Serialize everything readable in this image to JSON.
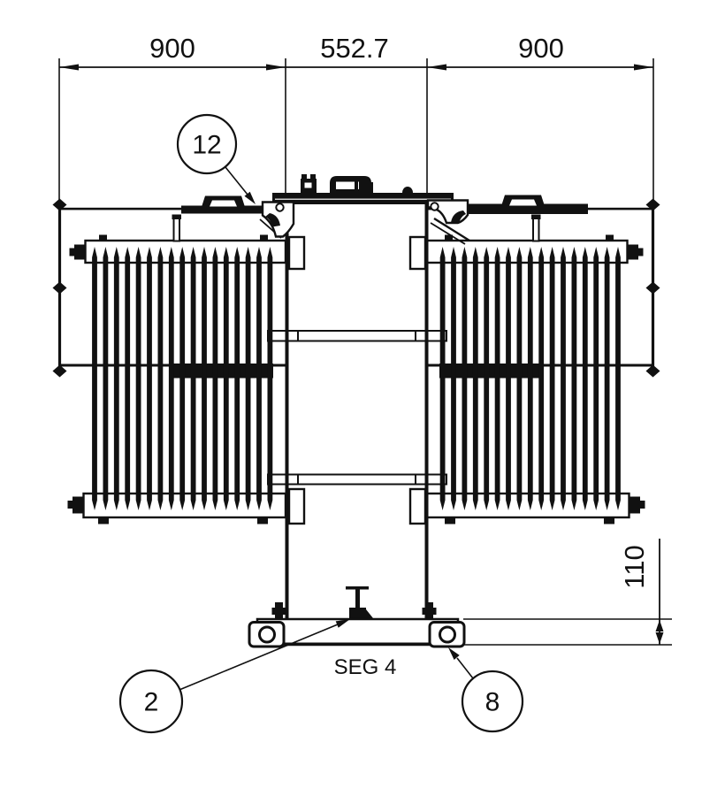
{
  "dimensions": {
    "top_left": "900",
    "top_middle": "552.7",
    "top_right": "900",
    "base_height": "110"
  },
  "balloons": {
    "bracket": "12",
    "drain_valve": "2",
    "base_lug": "8"
  },
  "labels": {
    "segment": "SEG 4"
  },
  "colors": {
    "line": "#111111",
    "background": "#ffffff"
  }
}
